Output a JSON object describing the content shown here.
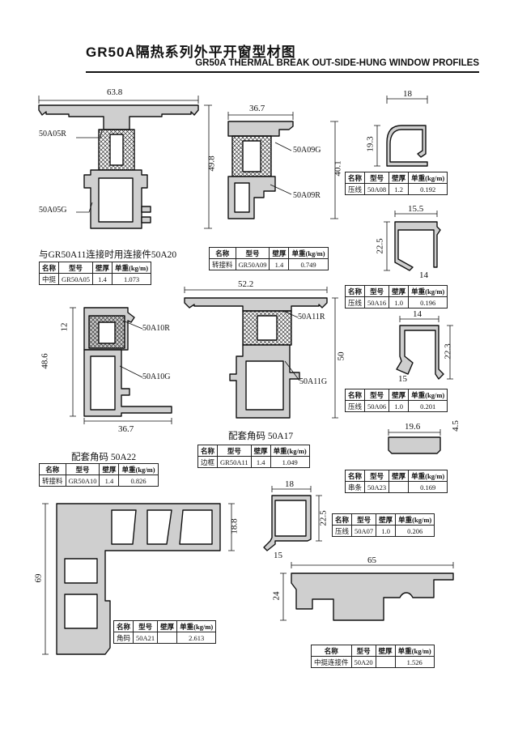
{
  "header": {
    "title": "GR50A隔热系列外平开窗型材图",
    "subtitle": "GR50A THERMAL BREAK OUT-SIDE-HUNG WINDOW PROFILES"
  },
  "columns": {
    "name": "名称",
    "model": "型号",
    "wall": "壁厚",
    "weight": "单重(kg/m)"
  },
  "profiles": {
    "p50A05": {
      "dim_w": "63.8",
      "dim_h": "49.8",
      "label_top": "50A05R",
      "label_bot": "50A05G",
      "note": "与GR50A11连接时用连接件50A20",
      "name": "中挺",
      "model": "GR50A05",
      "wall": "1.4",
      "weight": "1.073"
    },
    "p50A09": {
      "dim_w": "36.7",
      "dim_h": "40.1",
      "label_top": "50A09G",
      "label_bot": "50A09R",
      "name": "转接料",
      "model": "GR50A09",
      "wall": "1.4",
      "weight": "0.749"
    },
    "p50A08": {
      "dim_w": "18",
      "dim_h": "19.3",
      "name": "压线",
      "model": "50A08",
      "wall": "1.2",
      "weight": "0.192"
    },
    "p50A16": {
      "dim_w": "15.5",
      "dim_h": "22.5",
      "dim_b": "14",
      "name": "压线",
      "model": "50A16",
      "wall": "1.0",
      "weight": "0.196"
    },
    "p50A11": {
      "dim_w": "52.2",
      "dim_h": "50",
      "label_top": "50A11R",
      "label_bot": "50A11G",
      "cap": "配套角码 50A17",
      "name": "边框",
      "model": "GR50A11",
      "wall": "1.4",
      "weight": "1.049"
    },
    "p50A10": {
      "dim_w": "36.7",
      "dim_h": "48.6",
      "dim_s": "12",
      "label_top": "50A10R",
      "label_bot": "50A10G",
      "cap": "配套角码 50A22",
      "name": "转接料",
      "model": "GR50A10",
      "wall": "1.4",
      "weight": "0.826"
    },
    "p50A06": {
      "dim_w": "14",
      "dim_h": "22.3",
      "dim_b": "15",
      "name": "压线",
      "model": "50A06",
      "wall": "1.0",
      "weight": "0.201"
    },
    "p50A23": {
      "dim_w": "19.6",
      "dim_h": "4.5",
      "name": "串条",
      "model": "50A23",
      "wall": "",
      "weight": "0.169"
    },
    "p50A07": {
      "dim_w": "18",
      "dim_h": "22.5",
      "dim_b": "15",
      "name": "压线",
      "model": "50A07",
      "wall": "1.0",
      "weight": "0.206"
    },
    "p50A21": {
      "dim_w": "69",
      "dim_h": "18.8",
      "name": "角码",
      "model": "50A21",
      "wall": "",
      "weight": "2.613"
    },
    "p50A20": {
      "dim_w": "65",
      "dim_h": "24",
      "name": "中挺连接件",
      "model": "50A20",
      "wall": "",
      "weight": "1.526"
    }
  }
}
